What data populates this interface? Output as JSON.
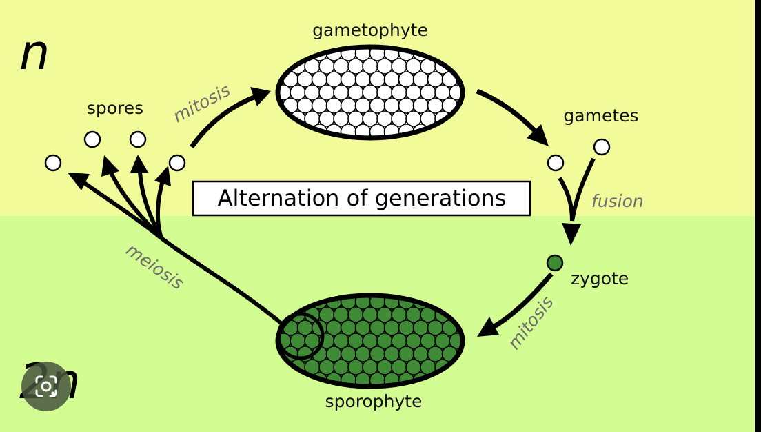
{
  "title": "Alternation of generations",
  "labels": {
    "haploid": "n",
    "diploid": "2n",
    "gametophyte": "gametophyte",
    "sporophyte": "sporophyte",
    "spores": "spores",
    "gametes": "gametes",
    "zygote": "zygote",
    "mitosis_top": "mitosis",
    "mitosis_bottom": "mitosis",
    "fusion": "fusion",
    "meiosis": "meiosis"
  },
  "colors": {
    "haploid_band": "#f2fb9a",
    "diploid_band": "#d3fc92",
    "diploid_cell": "#3f8a35",
    "haploid_cell": "#ffffff",
    "stroke": "#000000",
    "process_text": "#6d6d6d"
  },
  "overlay": {
    "icon": "google-lens-icon"
  }
}
